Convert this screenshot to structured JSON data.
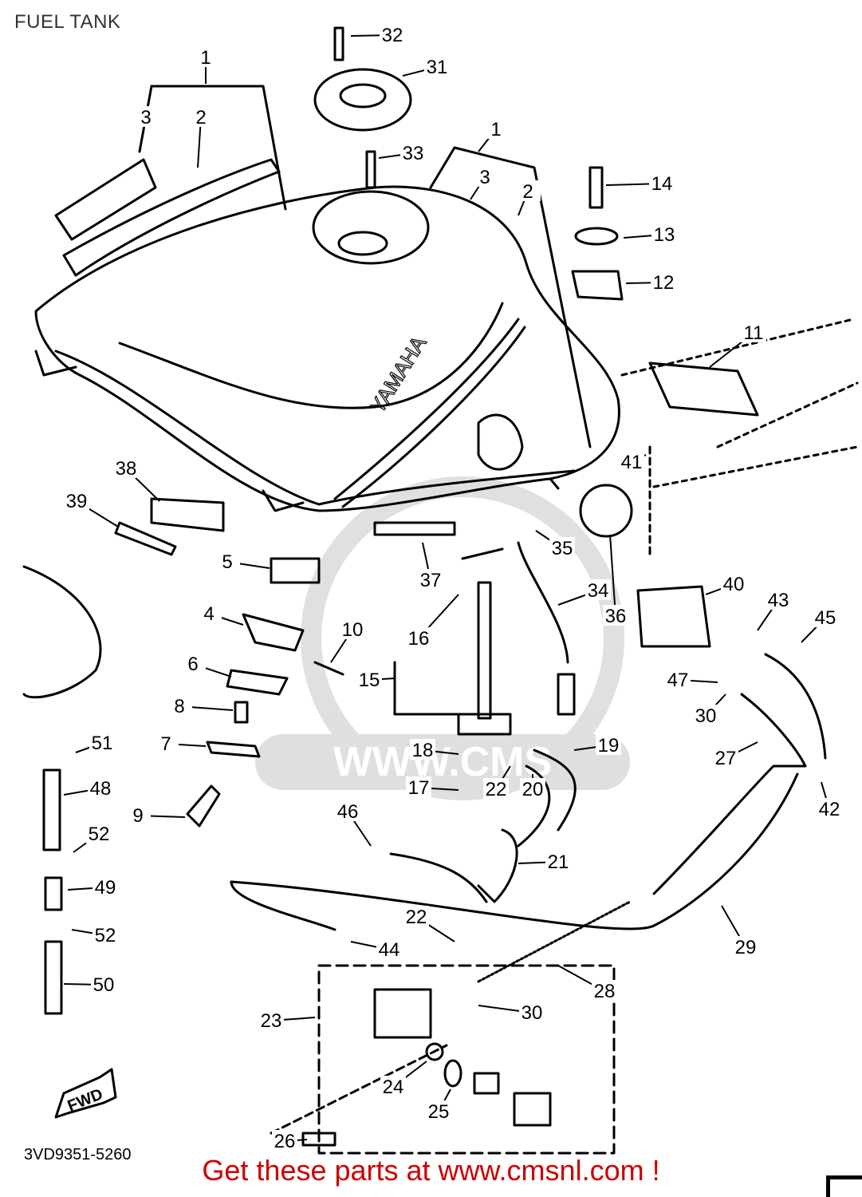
{
  "title": "FUEL TANK",
  "footer": "Get these parts at www.cmsnl.com !",
  "diagram_code": "3VD9351-5260",
  "watermark": "WWW.CMS",
  "fwd_label": "FWD",
  "tank_brand": "YAMAHA",
  "callouts": [
    "1",
    "2",
    "3",
    "32",
    "31",
    "33",
    "1",
    "3",
    "2",
    "14",
    "13",
    "12",
    "11",
    "38",
    "39",
    "5",
    "4",
    "10",
    "6",
    "8",
    "7",
    "9",
    "16",
    "15",
    "18",
    "17",
    "37",
    "35",
    "34",
    "36",
    "41",
    "40",
    "43",
    "45",
    "47",
    "30",
    "27",
    "42",
    "19",
    "22",
    "20",
    "46",
    "21",
    "51",
    "48",
    "52",
    "49",
    "52",
    "50",
    "22",
    "44",
    "29",
    "28",
    "30",
    "23",
    "24",
    "25",
    "26"
  ]
}
